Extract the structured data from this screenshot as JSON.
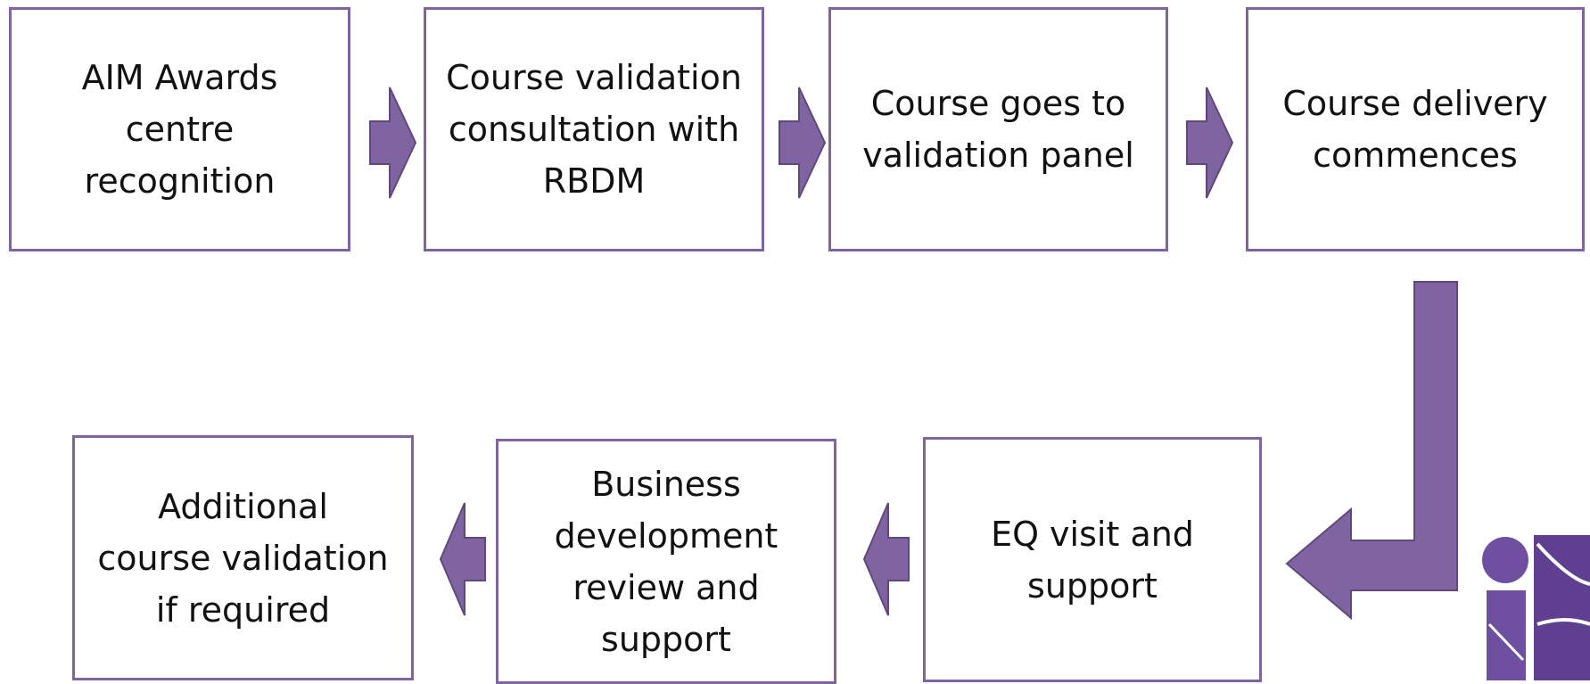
{
  "colors": {
    "box_border": "#8064a2",
    "arrow_fill": "#8064a2",
    "arrow_stroke": "#5f497a",
    "logo": "#5f3f8f"
  },
  "logo": {
    "icon": "is-logo-icon"
  },
  "steps": [
    {
      "label": "AIM Awards\ncentre\nrecognition"
    },
    {
      "label": "Course validation\nconsultation with\nRBDM"
    },
    {
      "label": "Course goes to\nvalidation panel"
    },
    {
      "label": "Course delivery\ncommences"
    },
    {
      "label": "EQ visit and\nsupport"
    },
    {
      "label": "Business\ndevelopment\nreview and\nsupport"
    },
    {
      "label": "Additional\ncourse validation\nif required"
    }
  ]
}
